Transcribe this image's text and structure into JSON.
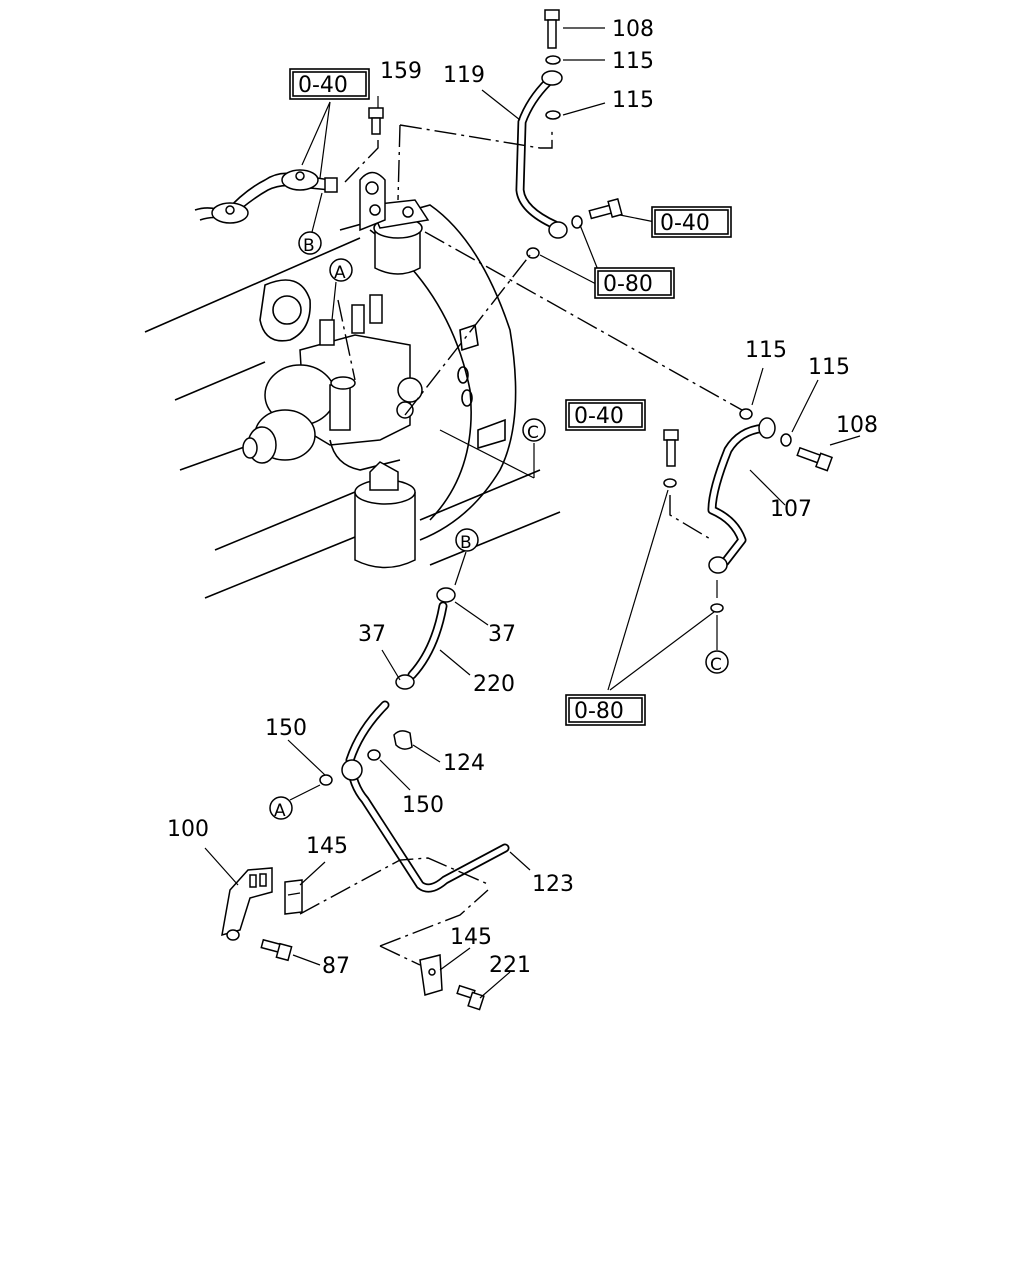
{
  "diagram": {
    "callouts": [
      {
        "id": "108-top",
        "text": "108"
      },
      {
        "id": "115-a",
        "text": "115"
      },
      {
        "id": "119",
        "text": "119"
      },
      {
        "id": "115-b",
        "text": "115"
      },
      {
        "id": "159",
        "text": "159"
      },
      {
        "id": "115-c",
        "text": "115"
      },
      {
        "id": "115-d",
        "text": "115"
      },
      {
        "id": "108-right",
        "text": "108"
      },
      {
        "id": "107",
        "text": "107"
      },
      {
        "id": "37-a",
        "text": "37"
      },
      {
        "id": "37-b",
        "text": "37"
      },
      {
        "id": "220",
        "text": "220"
      },
      {
        "id": "150-a",
        "text": "150"
      },
      {
        "id": "124",
        "text": "124"
      },
      {
        "id": "150-b",
        "text": "150"
      },
      {
        "id": "100",
        "text": "100"
      },
      {
        "id": "145-a",
        "text": "145"
      },
      {
        "id": "123",
        "text": "123"
      },
      {
        "id": "145-b",
        "text": "145"
      },
      {
        "id": "221",
        "text": "221"
      },
      {
        "id": "87",
        "text": "87"
      }
    ],
    "boxed_refs": [
      {
        "id": "ref-040-top",
        "text": "0-40"
      },
      {
        "id": "ref-040-right",
        "text": "0-40"
      },
      {
        "id": "ref-080-mid",
        "text": "0-80"
      },
      {
        "id": "ref-040-mid",
        "text": "0-40"
      },
      {
        "id": "ref-080-bottom",
        "text": "0-80"
      }
    ],
    "circled_letters": [
      {
        "id": "circle-a-top",
        "text": "A"
      },
      {
        "id": "circle-b-top",
        "text": "B"
      },
      {
        "id": "circle-c-top",
        "text": "C"
      },
      {
        "id": "circle-b-bottom",
        "text": "B"
      },
      {
        "id": "circle-c-bottom",
        "text": "C"
      },
      {
        "id": "circle-a-bottom",
        "text": "A"
      }
    ]
  }
}
